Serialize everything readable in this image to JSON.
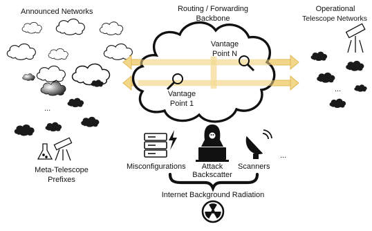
{
  "labels": {
    "announced_networks": "Announced Networks",
    "routing_line1": "Routing / Forwarding",
    "routing_line2": "Backbone",
    "operational_line1": "Operational",
    "operational_line2": "Telescope Networks",
    "vantage_n_line1": "Vantage",
    "vantage_n_line2": "Point N",
    "vantage_1_line1": "Vantage",
    "vantage_1_line2": "Point 1",
    "ellipsis_left": "...",
    "ellipsis_right": "...",
    "ellipsis_sources": "...",
    "meta_line1": "Meta-Telescope",
    "meta_line2": "Prefixes",
    "misconfigurations": "Misconfigurations",
    "attack_line1": "Attack",
    "attack_line2": "Backscatter",
    "scanners": "Scanners",
    "ibr": "Internet Background Radiation"
  },
  "icons": [
    "magnifier-icon",
    "telescope-icon",
    "server-icon",
    "lightning-icon",
    "hacker-icon",
    "satellite-dish-icon",
    "radiation-icon",
    "cloud-icon",
    "brace-icon",
    "arrow-icon"
  ],
  "colors": {
    "backbone": "#f2d78a",
    "dark_cloud": "#1a1a1a",
    "outline": "#111111"
  }
}
